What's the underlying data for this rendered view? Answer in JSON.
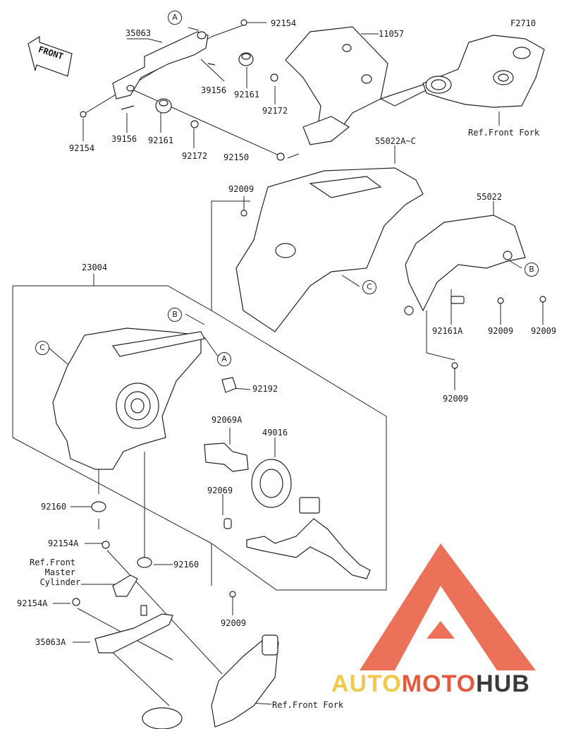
{
  "diagram": {
    "figure_code": "F2710",
    "front_label": "FRONT",
    "part_labels": [
      {
        "id": "p1",
        "text": "92154"
      },
      {
        "id": "p2",
        "text": "35063"
      },
      {
        "id": "p3",
        "text": "11057"
      },
      {
        "id": "p4",
        "text": "39156"
      },
      {
        "id": "p5",
        "text": "92161"
      },
      {
        "id": "p6",
        "text": "92172"
      },
      {
        "id": "p7",
        "text": "92154"
      },
      {
        "id": "p8",
        "text": "39156"
      },
      {
        "id": "p9",
        "text": "92161"
      },
      {
        "id": "p10",
        "text": "92172"
      },
      {
        "id": "p11",
        "text": "92150"
      },
      {
        "id": "p12",
        "text": "55022A~C"
      },
      {
        "id": "p13",
        "text": "92009"
      },
      {
        "id": "p14",
        "text": "55022"
      },
      {
        "id": "p15",
        "text": "23004"
      },
      {
        "id": "p16",
        "text": "92161A"
      },
      {
        "id": "p17",
        "text": "92009"
      },
      {
        "id": "p18",
        "text": "92009"
      },
      {
        "id": "p19",
        "text": "92192"
      },
      {
        "id": "p20",
        "text": "92009"
      },
      {
        "id": "p21",
        "text": "92069A"
      },
      {
        "id": "p22",
        "text": "49016"
      },
      {
        "id": "p23",
        "text": "92069"
      },
      {
        "id": "p24",
        "text": "92160"
      },
      {
        "id": "p25",
        "text": "92154A"
      },
      {
        "id": "p26",
        "text": "92160"
      },
      {
        "id": "p27",
        "text": "92154A"
      },
      {
        "id": "p28",
        "text": "35063A"
      },
      {
        "id": "p29",
        "text": "92009"
      }
    ],
    "ref_labels": [
      {
        "id": "r1",
        "text": "Ref.Front Fork"
      },
      {
        "id": "r2",
        "text": "Ref.Front\n   Master\n  Cylinder"
      },
      {
        "id": "r3",
        "text": "Ref.Front Fork"
      }
    ],
    "callouts": [
      {
        "id": "c1",
        "text": "A"
      },
      {
        "id": "c2",
        "text": "C"
      },
      {
        "id": "c3",
        "text": "B"
      },
      {
        "id": "c4",
        "text": "B"
      },
      {
        "id": "c5",
        "text": "A"
      },
      {
        "id": "c6",
        "text": "C"
      }
    ]
  },
  "watermark": {
    "part1": "AUTO",
    "part2": "MOTO",
    "part3": "HUB"
  },
  "colors": {
    "line": "#222222",
    "watermark_red": "#e8583c",
    "watermark_yellow": "#f3c94a",
    "watermark_dark": "#3a3a3a"
  }
}
